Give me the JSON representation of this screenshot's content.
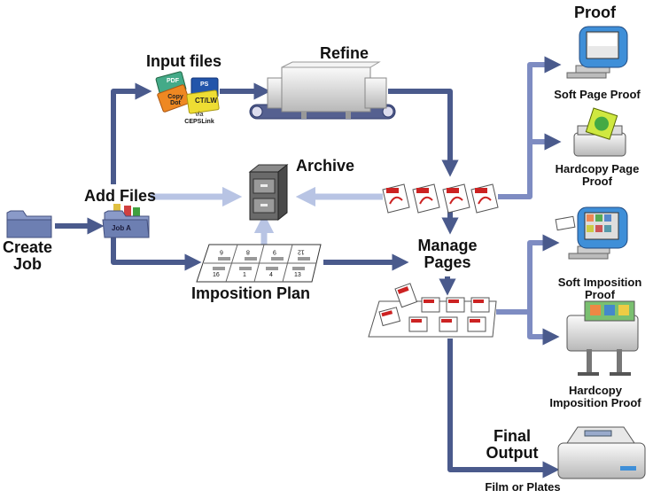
{
  "labels": {
    "create_job": "Create Job",
    "add_files": "Add Files",
    "job_folder": "Job A",
    "input_files": "Input files",
    "input_via": "via",
    "input_cepslink": "CEPSLink",
    "refine": "Refine",
    "archive": "Archive",
    "imposition_plan": "Imposition Plan",
    "manage_pages": "Manage Pages",
    "proof": "Proof",
    "soft_page_proof": "Soft Page Proof",
    "hardcopy_page_proof": "Hardcopy Page Proof",
    "soft_imposition_proof": "Soft Imposition Proof",
    "hardcopy_imposition_proof": "Hardcopy Imposition Proof",
    "final_output": "Final Output",
    "film_or_plates": "Film or Plates"
  },
  "file_tags": {
    "pdf": "PDF",
    "ps": "PS",
    "copy_dot": "Copy Dot",
    "ct_lw": "CT/LW"
  },
  "imposition_numbers": {
    "top": [
      "6",
      "8",
      "9",
      "12"
    ],
    "bottom": [
      "16",
      "1",
      "4",
      "13"
    ]
  },
  "colors": {
    "arrow_dark": "#4a5a8c",
    "arrow_light": "#b8c4e4",
    "pdf_red": "#cc2222",
    "folder_blue": "#6d7fb2",
    "machine_grey": "#d8d8d8",
    "screen_blue": "#3f8fd8"
  }
}
